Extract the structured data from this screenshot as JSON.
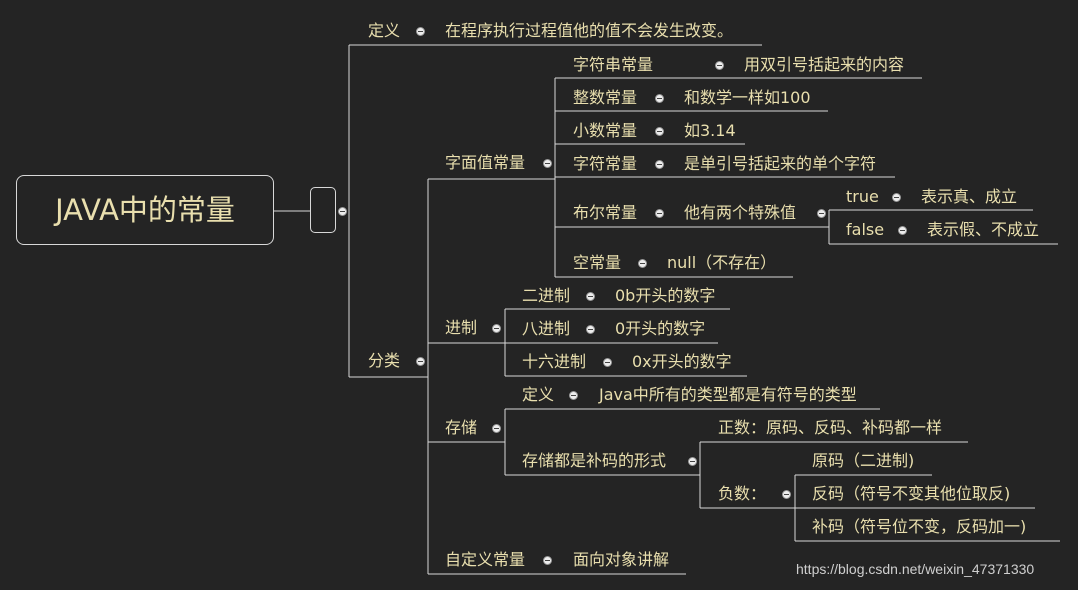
{
  "root": {
    "label": "JAVA中的常量"
  },
  "branches": {
    "definition": {
      "label": "定义",
      "value": "在程序执行过程值他的值不会发生改变。"
    },
    "classification": {
      "label": "分类",
      "literal": {
        "label": "字面值常量",
        "string": {
          "label": "字符串常量",
          "value": "用双引号括起来的内容"
        },
        "integer": {
          "label": "整数常量",
          "value": "和数学一样如100"
        },
        "decimal": {
          "label": "小数常量",
          "value": "如3.14"
        },
        "char": {
          "label": "字符常量",
          "value": "是单引号括起来的单个字符"
        },
        "boolean": {
          "label": "布尔常量",
          "value": "他有两个特殊值",
          "true_label": "true",
          "true_value": "表示真、成立",
          "false_label": "false",
          "false_value": "表示假、不成立"
        },
        "null": {
          "label": "空常量",
          "value": "null（不存在）"
        }
      },
      "radix": {
        "label": "进制",
        "binary": {
          "label": "二进制",
          "value": "0b开头的数字"
        },
        "octal": {
          "label": "八进制",
          "value": "0开头的数字"
        },
        "hex": {
          "label": "十六进制",
          "value": "0x开头的数字"
        }
      },
      "storage": {
        "label": "存储",
        "definition": {
          "label": "定义",
          "value": "Java中所有的类型都是有符号的类型"
        },
        "complement": {
          "label": "存储都是补码的形式",
          "positive": "正数：原码、反码、补码都一样",
          "negative": {
            "label": "负数：",
            "original": "原码（二进制)",
            "ones": "反码（符号不变其他位取反)",
            "twos": "补码（符号位不变，反码加一)"
          }
        }
      },
      "custom": {
        "label": "自定义常量",
        "value": "面向对象讲解"
      }
    }
  },
  "watermark": "https://blog.csdn.net/weixin_47371330"
}
